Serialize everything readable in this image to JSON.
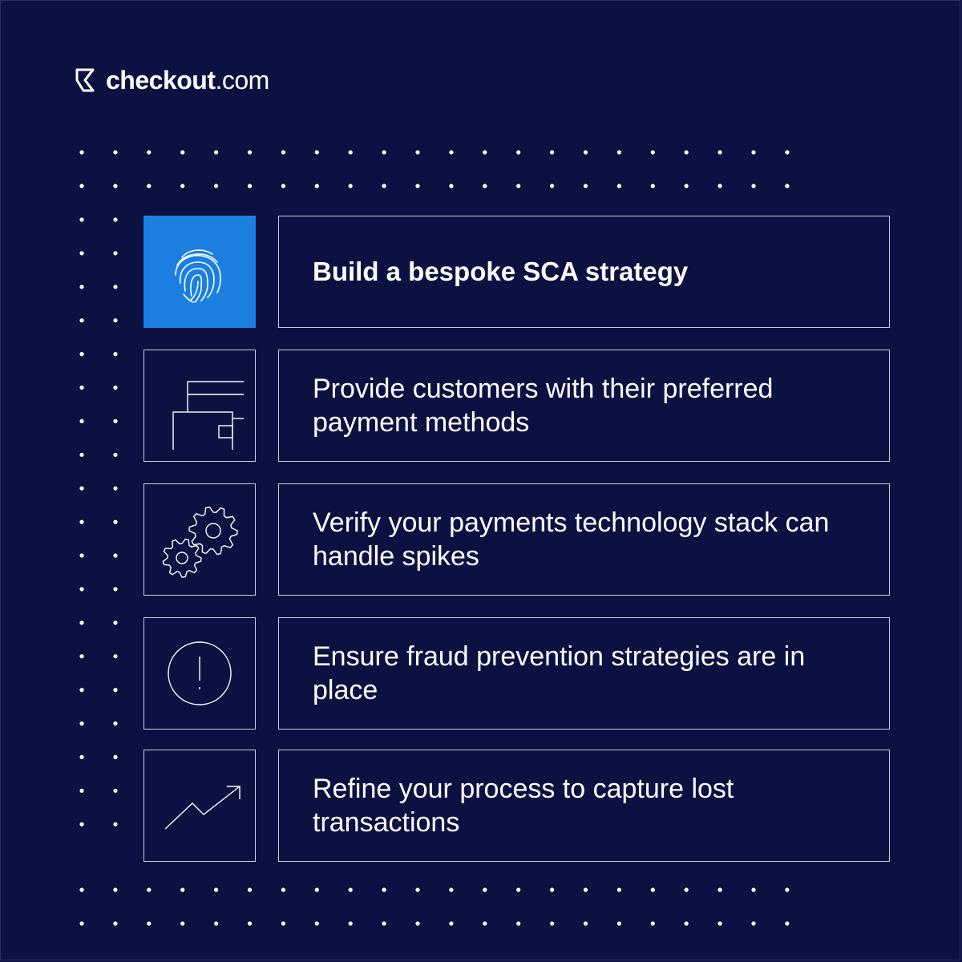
{
  "brand": {
    "name_bold": "checkout",
    "name_suffix": ".com",
    "logo_icon": "checkout-logo-icon"
  },
  "colors": {
    "background": "#0d1142",
    "accent": "#1a7fe0",
    "line": "#c9cbe0"
  },
  "steps": [
    {
      "icon": "fingerprint-icon",
      "label": "Build a bespoke SCA strategy",
      "active": true
    },
    {
      "icon": "payment-cards-icon",
      "label": "Provide customers with their preferred payment methods",
      "active": false
    },
    {
      "icon": "gears-icon",
      "label": "Verify your payments technology stack can handle spikes",
      "active": false
    },
    {
      "icon": "alert-icon",
      "label": "Ensure fraud prevention strategies are in place",
      "active": false
    },
    {
      "icon": "trend-up-icon",
      "label": "Refine your process to capture lost transactions",
      "active": false
    }
  ]
}
